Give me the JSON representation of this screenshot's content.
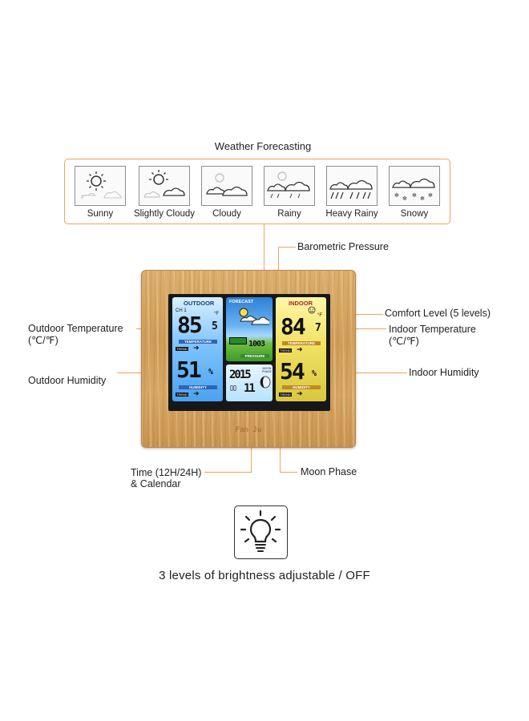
{
  "forecast": {
    "title": "Weather Forecasting",
    "items": [
      {
        "name": "Sunny",
        "icon": "sunny-icon"
      },
      {
        "name": "Slightly Cloudy",
        "icon": "slightly-cloudy-icon"
      },
      {
        "name": "Cloudy",
        "icon": "cloudy-icon"
      },
      {
        "name": "Rainy",
        "icon": "rainy-icon"
      },
      {
        "name": "Heavy Rainy",
        "icon": "heavy-rainy-icon"
      },
      {
        "name": "Snowy",
        "icon": "snowy-icon"
      }
    ]
  },
  "callouts": {
    "barometric": "Barometric Pressure",
    "comfort": "Comfort Level (5 levels)",
    "indoor_temp": "Indoor Temperature",
    "indoor_temp_unit": "(℃/℉)",
    "indoor_humidity": "Indoor Humidity",
    "outdoor_temp": "Outdoor Temperature",
    "outdoor_temp_unit": "(℃/℉)",
    "outdoor_humidity": "Outdoor Humidity",
    "time_line1": "Time (12H/24H)",
    "time_line2": "& Calendar",
    "moon": "Moon Phase"
  },
  "display": {
    "outdoor_label": "OUTDOOR",
    "channel": "CH 1",
    "outdoor_temp": "85",
    "outdoor_temp_decimal": "5",
    "temp_unit": "°F",
    "temperature_tag": "TEMPERATURE",
    "trend_tag": "TREND",
    "outdoor_humidity": "51",
    "humidity_unit": "%",
    "humidity_tag": "HUMIDITY",
    "forecast_label": "FORECAST",
    "pressure_value": "1003",
    "pressure_tag": "PRESSURE",
    "year": "2015",
    "month_day": "11",
    "moon_label": "MOON PHASE",
    "indoor_label": "INDOOR",
    "indoor_temp": "84",
    "indoor_temp_decimal": "7",
    "indoor_humidity": "54",
    "brand": "Fan Ju"
  },
  "brightness": {
    "icon": "light-bulb-icon",
    "text": "3 levels of brightness adjustable / OFF"
  },
  "colors": {
    "callout_line": "#f0a55a",
    "wood": "#d6a662"
  }
}
